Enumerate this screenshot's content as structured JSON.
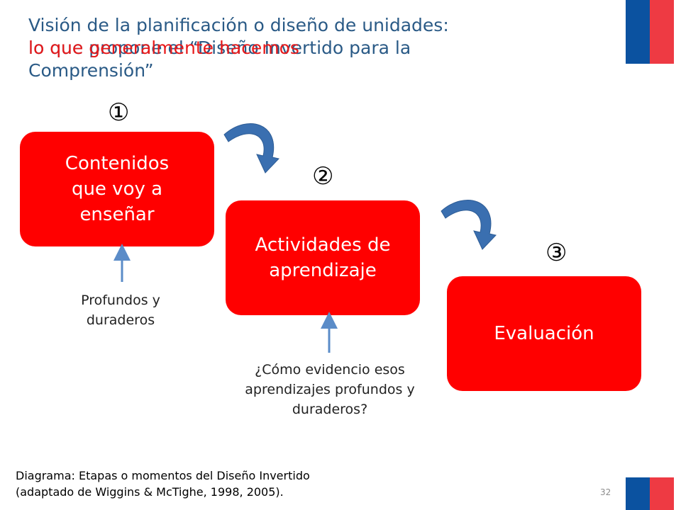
{
  "title": {
    "line1": "Visión de la planificación o diseño de unidades:",
    "line2_red": "lo que generalmente hacemos",
    "line2_blue": "lo que propone el “Diseño Invertido para la",
    "line3": "Comprensión”"
  },
  "steps": [
    {
      "number": "①",
      "label": "Contenidos que voy a enseñar"
    },
    {
      "number": "②",
      "label": "Actividades de aprendizaje"
    },
    {
      "number": "③",
      "label": "Evaluación"
    }
  ],
  "notes": {
    "note1": "Profundos y duraderos",
    "note2": "¿Cómo evidencio esos aprendizajes profundos y duraderos?"
  },
  "caption": {
    "line1": "Diagrama: Etapas o momentos del Diseño Invertido",
    "line2": "(adaptado de Wiggins & McTighe, 1998, 2005)."
  },
  "slide_number": "32",
  "colors": {
    "box_red": "#ff0000",
    "title_blue": "#2a5a86",
    "title_red": "#e8191a",
    "arrow_blue": "#3a6fb0",
    "flag_blue": "#0b52a0",
    "flag_red": "#ee3a43"
  }
}
